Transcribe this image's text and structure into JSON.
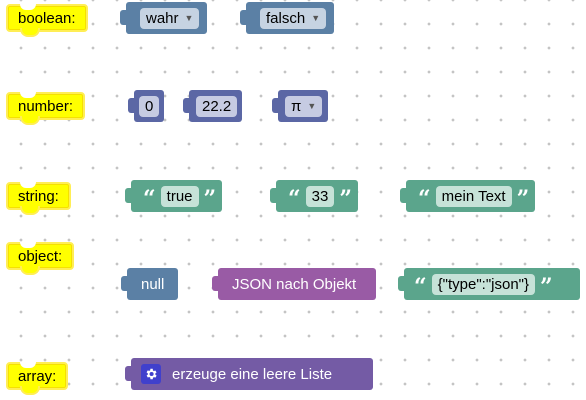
{
  "labels": {
    "boolean": "boolean:",
    "number": "number:",
    "string": "string:",
    "object": "object:",
    "array": "array:"
  },
  "boolean_blocks": {
    "true_value": "wahr",
    "false_value": "falsch"
  },
  "number_blocks": {
    "zero": "0",
    "decimal": "22.2",
    "constant": "π"
  },
  "string_blocks": {
    "open_quote": "“",
    "close_quote": "”",
    "value1": "true",
    "value2": "33",
    "value3": "mein Text"
  },
  "object_blocks": {
    "null_label": "null",
    "json_to_object_label": "JSON nach Objekt",
    "json_text": "{\"type\":\"json\"}"
  },
  "array_blocks": {
    "create_empty_list_label": "erzeuge eine leere Liste"
  },
  "icons": {
    "dropdown": "dropdown-arrow-icon",
    "gear": "gear-icon"
  },
  "colors": {
    "logic": "#5b80a5",
    "math": "#5b67a5",
    "text": "#5ba58c",
    "json": "#995ba5",
    "list": "#745ba5",
    "label": "#ffff00"
  }
}
